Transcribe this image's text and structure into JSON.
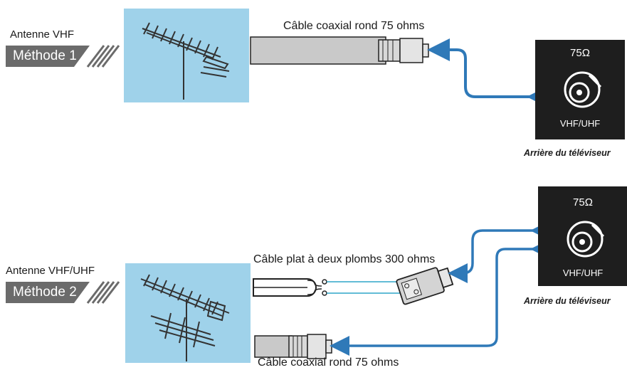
{
  "method1": {
    "antenna_label": "Antenne VHF",
    "method_label": "Méthode 1",
    "cable_label": "Câble coaxial rond 75 ohms",
    "tv": {
      "impedance": "75Ω",
      "band": "VHF/UHF",
      "caption": "Arrière du téléviseur"
    }
  },
  "method2": {
    "antenna_label": "Antenne VHF/UHF",
    "method_label": "Méthode 2",
    "flat_cable_label": "Câble plat à deux plombs 300 ohms",
    "coax_cable_label": "Câble coaxial rond 75 ohms",
    "tv": {
      "impedance": "75Ω",
      "band": "VHF/UHF",
      "caption": "Arrière du téléviseur"
    }
  },
  "colors": {
    "sky": "#9fd2ea",
    "cable_gray": "#c9c9c9",
    "arrow_blue": "#2f79b8",
    "tv_panel": "#1e1e1e",
    "method_banner": "#6b6b6b"
  },
  "icons": [
    "antenna-icon",
    "coax-connector-icon",
    "balun-adapter-icon",
    "tv-jack-icon",
    "arrow-icon"
  ]
}
